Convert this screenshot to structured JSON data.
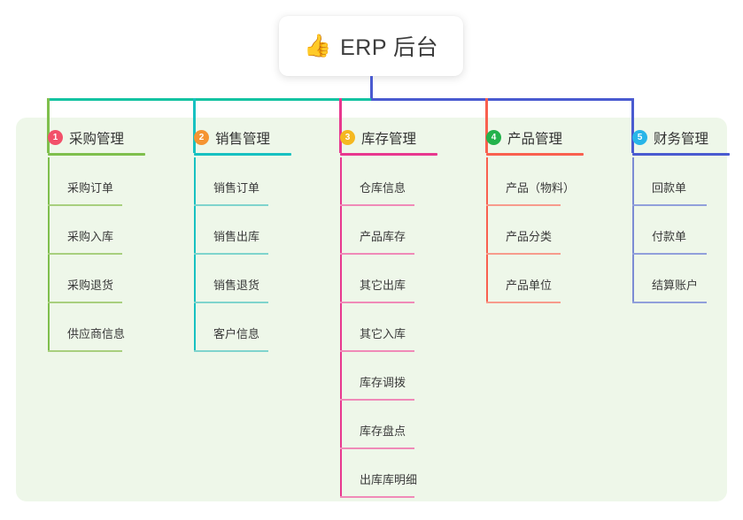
{
  "diagram": {
    "type": "mind-map",
    "background_color": "#ffffff",
    "panel_color": "#eef7e9",
    "root": {
      "icon": "thumbs-up-icon",
      "emoji": "👍",
      "title": "ERP 后台",
      "stem_color": "#4a5bd0"
    },
    "trunk": {
      "left_segment_color": "#14c3a2",
      "right_segment_color": "#4a5bd0",
      "center_drop_color": "#e8388f"
    },
    "branches": [
      {
        "number": "1",
        "label": "采购管理",
        "badge_color": "#f2506a",
        "rule_color": "#7fbf4d",
        "leaf_color": "#a8cf7e",
        "spine_color": "#7fbf4d",
        "drop_color": "#7fbf4d",
        "items": [
          "采购订单",
          "采购入库",
          "采购退货",
          "供应商信息"
        ]
      },
      {
        "number": "2",
        "label": "销售管理",
        "badge_color": "#f59432",
        "rule_color": "#17c1c1",
        "leaf_color": "#7fd4cd",
        "spine_color": "#17c1c1",
        "drop_color": "#17c1c1",
        "items": [
          "销售订单",
          "销售出库",
          "销售退货",
          "客户信息"
        ]
      },
      {
        "number": "3",
        "label": "库存管理",
        "badge_color": "#f5b820",
        "rule_color": "#e8388f",
        "leaf_color": "#f08ab8",
        "spine_color": "#e8388f",
        "drop_color": "#e8388f",
        "items": [
          "仓库信息",
          "产品库存",
          "其它出库",
          "其它入库",
          "库存调拨",
          "库存盘点",
          "出库库明细"
        ]
      },
      {
        "number": "4",
        "label": "产品管理",
        "badge_color": "#23b24b",
        "rule_color": "#f9604f",
        "leaf_color": "#f79b8c",
        "spine_color": "#f9604f",
        "drop_color": "#f9604f",
        "items": [
          "产品（物料）",
          "产品分类",
          "产品单位"
        ]
      },
      {
        "number": "5",
        "label": "财务管理",
        "badge_color": "#28b5e8",
        "rule_color": "#4a5bd0",
        "leaf_color": "#91a0db",
        "spine_color": "#7c8cd4",
        "drop_color": "#4a5bd0",
        "items": [
          "回款单",
          "付款单",
          "结算账户"
        ]
      }
    ]
  }
}
